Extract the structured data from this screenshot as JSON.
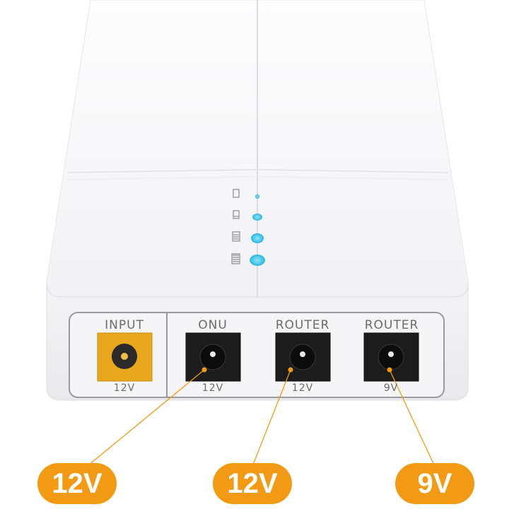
{
  "device": {
    "body_color": "#f6f6f8",
    "led_color": "#29b8e0",
    "accent_color": "#f39a14",
    "battery_indicator_icons": [
      "battery-level-1-icon",
      "battery-level-2-icon",
      "battery-level-3-icon",
      "battery-level-4-icon"
    ]
  },
  "ports": [
    {
      "name": "INPUT",
      "voltage": "12V",
      "socket_color": "#e8a81e"
    },
    {
      "name": "ONU",
      "voltage": "12V",
      "socket_color": "#1c1c1c"
    },
    {
      "name": "ROUTER",
      "voltage": "12V",
      "socket_color": "#1c1c1c"
    },
    {
      "name": "ROUTER",
      "voltage": "9V",
      "socket_color": "#1c1c1c"
    }
  ],
  "callouts": [
    {
      "label": "12V"
    },
    {
      "label": "12V"
    },
    {
      "label": "9V"
    }
  ]
}
